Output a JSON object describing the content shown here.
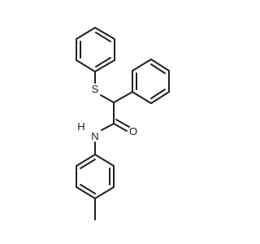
{
  "atoms": {
    "sulfur": "S",
    "oxygen": "O",
    "nitrogen": "N",
    "hydrogen": "H"
  },
  "colors": {
    "bond": "#222222",
    "background": "#ffffff"
  }
}
